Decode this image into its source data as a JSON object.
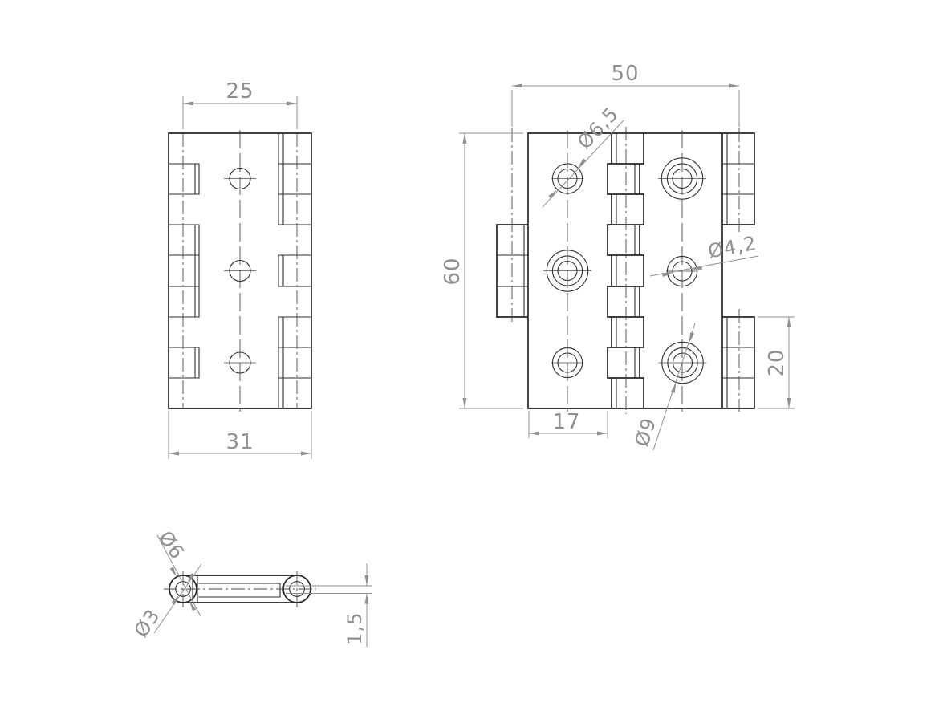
{
  "page": {
    "background": "#ffffff",
    "description": "CAD technical drawing of a multi-leaf hinge, three orthographic views with dimensions"
  },
  "colors": {
    "outline": "#262626",
    "inner_lines": "#2e2e2e",
    "centerline": "#4a4a4a",
    "dimension": "#8f8f8f"
  },
  "views": {
    "back_view": "hinge-back-view",
    "front_view": "hinge-front-view",
    "profile_view": "hinge-profile-view"
  },
  "dimensions": {
    "d25": "25",
    "d31": "31",
    "d50": "50",
    "d60": "60",
    "d17": "17",
    "d20": "20",
    "dia65": "Ø6,5",
    "dia42": "Ø4,2",
    "dia9": "Ø9",
    "dia6": "Ø6",
    "dia3": "Ø3",
    "t15": "1,5"
  }
}
